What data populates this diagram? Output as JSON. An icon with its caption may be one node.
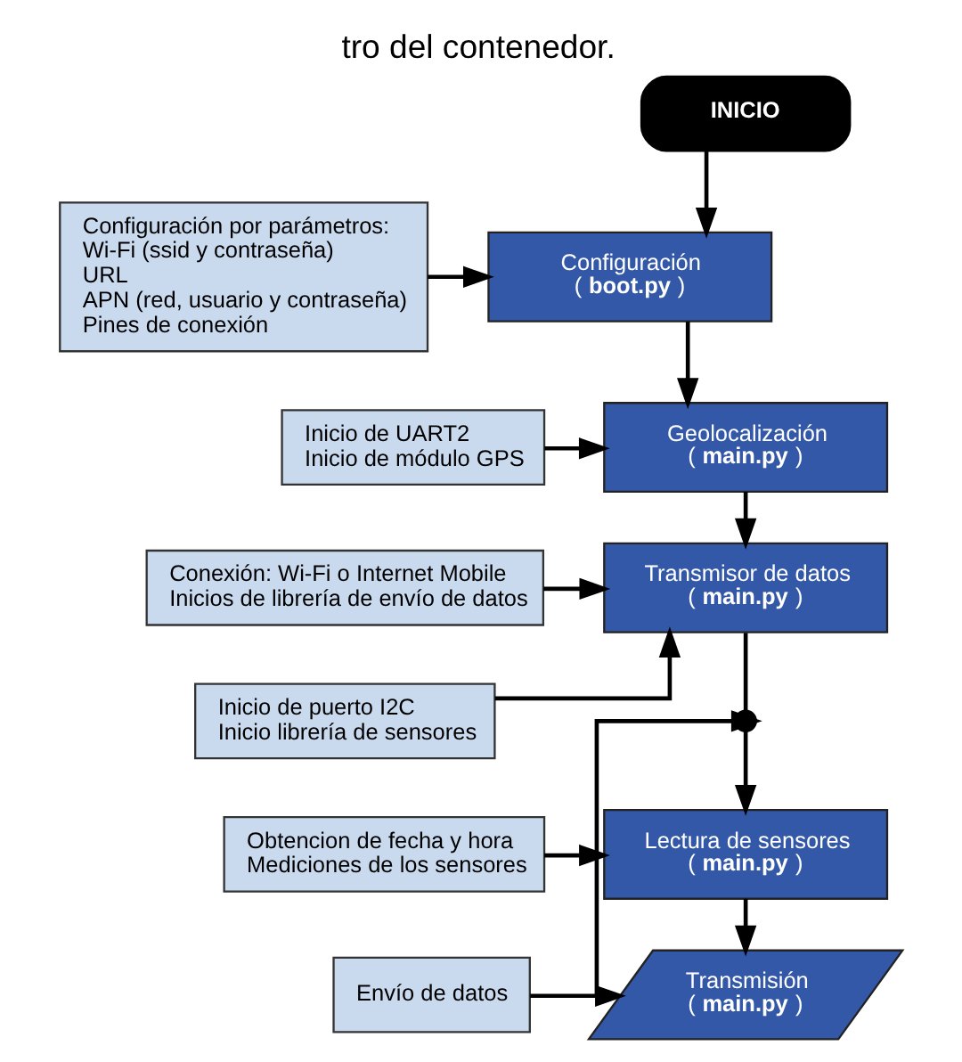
{
  "diagram": {
    "title": "tro del contenedor.",
    "nodes": [
      {
        "text": [
          "Configuración por parámetros:",
          "Wi-Fi (ssid y contraseña)",
          "URL",
          "APN (red, usuario y contraseña)",
          "Pines de conexión"
        ]
      },
      {
        "text": [
          "INICIO"
        ]
      },
      {
        "text": [
          "Configuración",
          "( **boot.py** )"
        ]
      },
      {
        "text": [
          "Inicio de UART2",
          "Inicio de módulo GPS"
        ]
      },
      {
        "text": [
          "Geolocalización",
          "( **main.py** )"
        ]
      },
      {
        "text": [
          "Conexión: Wi-Fi o Internet Mobile",
          "Inicios de librería de envío de datos"
        ]
      },
      {
        "text": [
          "Inicio de puerto I2C",
          "Inicio librería de sensores"
        ]
      },
      {
        "text": [
          "Transmisor de datos",
          "( **main.py** )"
        ]
      },
      {
        "text": [],
        "shape": "circle"
      },
      {
        "text": [
          "Obtencion de fecha y hora",
          "Mediciones de los sensores"
        ]
      },
      {
        "text": [
          "Lectura de sensores",
          "( **main.py** )"
        ]
      },
      {
        "text": [
          "Envío de datos"
        ]
      },
      {
        "text": [
          "Transmisión",
          "( **main.py** )"
        ]
      }
    ],
    "edges": [
      {
        "from": 1,
        "to": 2,
        "arrow": "to"
      },
      {
        "from": 0,
        "to": 2,
        "arrow": "to"
      },
      {
        "from": 2,
        "to": 4,
        "arrow": "to"
      },
      {
        "from": 3,
        "to": 4,
        "arrow": "to"
      },
      {
        "from": 4,
        "to": 7,
        "arrow": "to"
      },
      {
        "from": 5,
        "to": 7,
        "arrow": "to"
      },
      {
        "from": 6,
        "to": 7,
        "arrow": "to"
      },
      {
        "from": 7,
        "to": 8,
        "arrow": "none"
      },
      {
        "from": 12,
        "to": 8,
        "arrow": "to"
      },
      {
        "from": 8,
        "to": 10,
        "arrow": "to"
      },
      {
        "from": 9,
        "to": 10,
        "arrow": "to"
      },
      {
        "from": 10,
        "to": 12,
        "arrow": "to"
      },
      {
        "from": 11,
        "to": 12,
        "arrow": "to"
      }
    ]
  }
}
